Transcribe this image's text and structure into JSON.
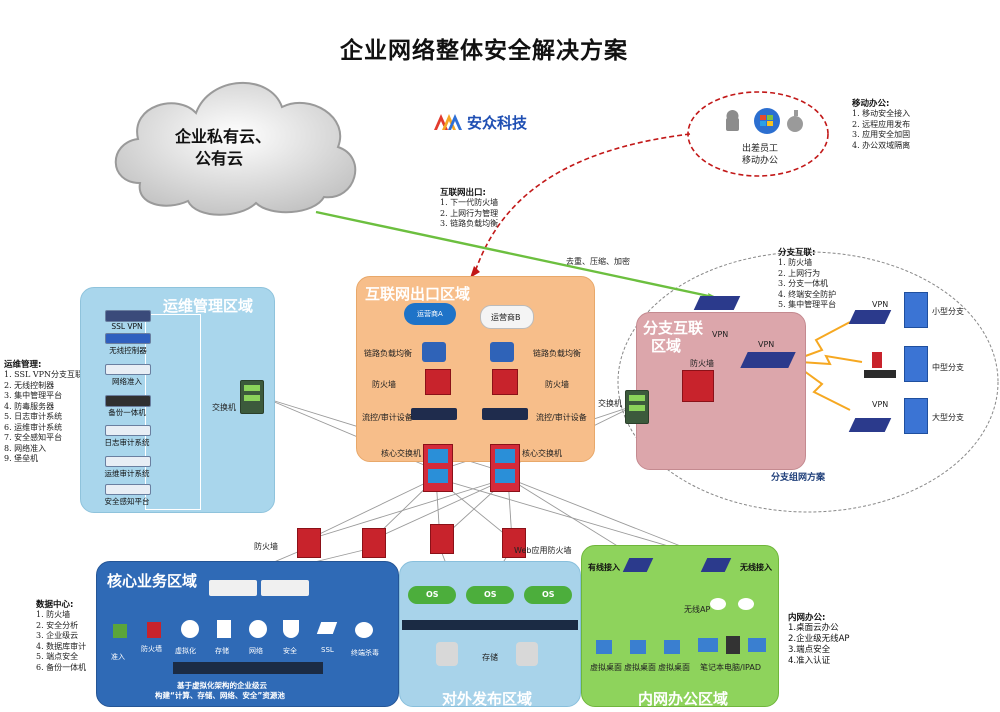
{
  "header": {
    "title": "企业网络整体安全解决方案"
  },
  "logo": {
    "text": "安众科技",
    "colors": [
      "#e23b2e",
      "#f5a623",
      "#2f6fd6"
    ]
  },
  "cloud": {
    "line1": "企业私有云、",
    "line2": "公有云"
  },
  "mobile_bubble": {
    "line1": "出差员工",
    "line2": "移动办公"
  },
  "mobile_list": {
    "title": "移动办公:",
    "items": [
      "1. 移动安全接入",
      "2. 远程应用发布",
      "3. 应用安全加固",
      "4. 办公双域隔离"
    ]
  },
  "internet_list": {
    "title": "互联网出口:",
    "items": [
      "1. 下一代防火墙",
      "2. 上网行为管理",
      "3. 链路负载均衡"
    ]
  },
  "green_link_label": "去重、压缩、加密",
  "ops_zone": {
    "title": "运维管理区域",
    "devices": [
      "SSL VPN",
      "无线控制器",
      "网络准入",
      "备份一体机",
      "日志审计系统",
      "运维审计系统",
      "安全感知平台"
    ],
    "switch": "交换机"
  },
  "ops_list": {
    "title": "运维管理:",
    "items": [
      "1. SSL VPN分支互联",
      "2. 无线控制器",
      "3. 集中管理平台",
      "4. 防毒服务器",
      "5. 日志审计系统",
      "6. 运维审计系统",
      "7. 安全感知平台",
      "8. 网络准入",
      "9. 堡垒机"
    ]
  },
  "inet_zone": {
    "title": "互联网出口区域",
    "isp_a": "运营商A",
    "isp_b": "运营商B",
    "lb": "链路负载均衡",
    "fw": "防火墙",
    "flow": "流控/审计设备",
    "core": "核心交换机"
  },
  "branch_zone": {
    "title_line1": "分支互联",
    "title_line2": "区域",
    "vpn": "VPN",
    "fw": "防火墙",
    "switch": "交换机",
    "caption": "分支组网方案"
  },
  "branch_list": {
    "title": "分支互联:",
    "items": [
      "1. 防火墙",
      "2. 上网行为",
      "3. 分支一体机",
      "4. 终端安全防护",
      "5. 集中管理平台"
    ]
  },
  "branches": [
    {
      "vpn": "VPN",
      "name": "小型分支"
    },
    {
      "vpn": "",
      "name": "中型分支"
    },
    {
      "vpn": "VPN",
      "name": "大型分支"
    }
  ],
  "mid_labels": {
    "fw": "防火墙",
    "waf": "Web应用防火墙"
  },
  "core_zone": {
    "title": "核心业务区域",
    "icons": [
      "准入",
      "防火墙",
      "虚拟化",
      "存储",
      "网络",
      "安全",
      "SSL",
      "终端杀毒"
    ],
    "footer1": "基于虚拟化架构的企业级云",
    "footer2": "构建“计算、存储、网络、安全”资源池"
  },
  "dc_list": {
    "title": "数据中心:",
    "items": [
      "1. 防火墙",
      "2. 安全分析",
      "3. 企业级云",
      "4. 数据库审计",
      "5. 端点安全",
      "6. 备份一体机"
    ]
  },
  "pub_zone": {
    "title": "对外发布区域",
    "os": "OS",
    "storage": "存储"
  },
  "lan_zone": {
    "title": "内网办公区域",
    "wired": "有线接入",
    "wireless": "无线接入",
    "ap": "无线AP",
    "pc": "虚拟桌面",
    "laptop": "笔记本电脑/IPAD"
  },
  "lan_list": {
    "title": "内网办公:",
    "items": [
      "1.桌面云办公",
      "2.企业级无线AP",
      "3.端点安全",
      "4.准入认证"
    ]
  }
}
